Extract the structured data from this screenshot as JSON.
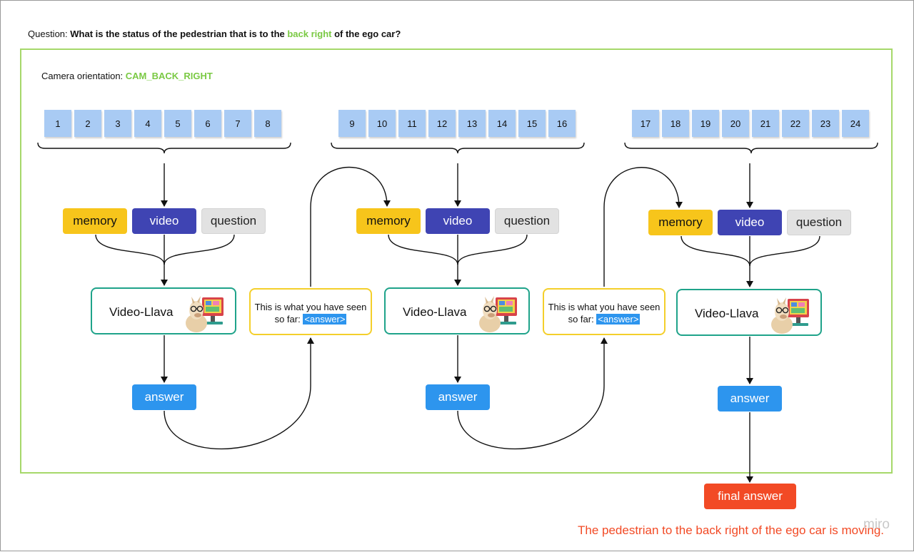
{
  "question": {
    "prefix": "Question: ",
    "before": "What is the status of the pedestrian that is to the ",
    "highlight": "back right",
    "after": " of the ego car?"
  },
  "camera": {
    "label": "Camera orientation: ",
    "value": "CAM_BACK_RIGHT"
  },
  "frame_groups": [
    [
      "1",
      "2",
      "3",
      "4",
      "5",
      "6",
      "7",
      "8"
    ],
    [
      "9",
      "10",
      "11",
      "12",
      "13",
      "14",
      "15",
      "16"
    ],
    [
      "17",
      "18",
      "19",
      "20",
      "21",
      "22",
      "23",
      "24"
    ]
  ],
  "inputs": {
    "memory": "memory",
    "video": "video",
    "question": "question"
  },
  "model": {
    "name": "Video-Llava",
    "icon": "llama-computer-icon"
  },
  "carry": {
    "text": "This is what you have seen so far: ",
    "tag": "<answer>"
  },
  "answer_label": "answer",
  "final": {
    "label": "final answer",
    "result": "The pedestrian to the back right of the ego car is moving."
  },
  "watermark": "miro",
  "colors": {
    "highlight_green": "#7ac943",
    "frame_blue": "#a9cbf4",
    "memory_yellow": "#f7c51b",
    "video_indigo": "#3f44b3",
    "answer_blue": "#2d95ee",
    "model_teal": "#1fa38a",
    "carry_yellow": "#f4cf2b",
    "final_red": "#f24a25"
  }
}
